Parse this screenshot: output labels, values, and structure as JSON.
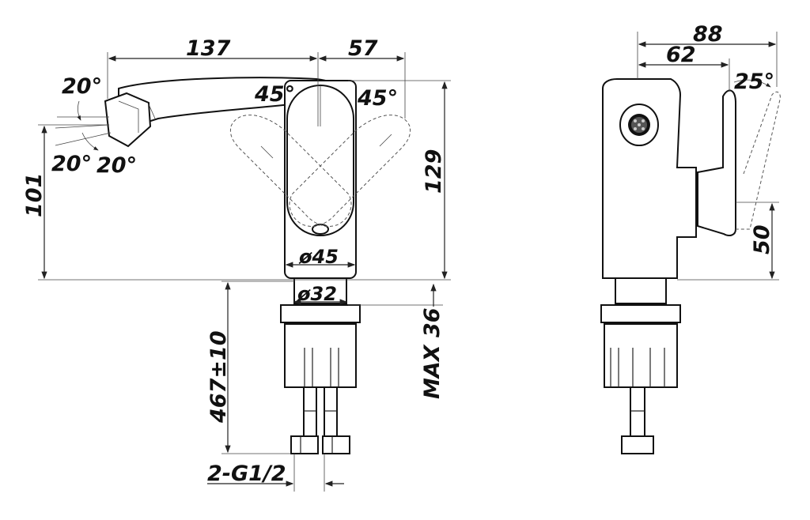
{
  "drawing": {
    "front_view": {
      "spout_length": "137",
      "handle_offset": "57",
      "spout_angle_top": "20°",
      "spout_angle_left": "20°",
      "spout_angle_bottom": "20°",
      "handle_angle_left": "45°",
      "handle_angle_right": "45°",
      "outlet_height": "101",
      "total_height": "129",
      "body_diameter": "ø45",
      "shank_diameter": "ø32",
      "hose_length": "467±10",
      "max_deck_thickness": "MAX 36",
      "connection_thread": "2-G1/2"
    },
    "side_view": {
      "total_depth": "88",
      "depth_to_handle": "62",
      "handle_tilt": "25°",
      "handle_height": "50"
    }
  }
}
